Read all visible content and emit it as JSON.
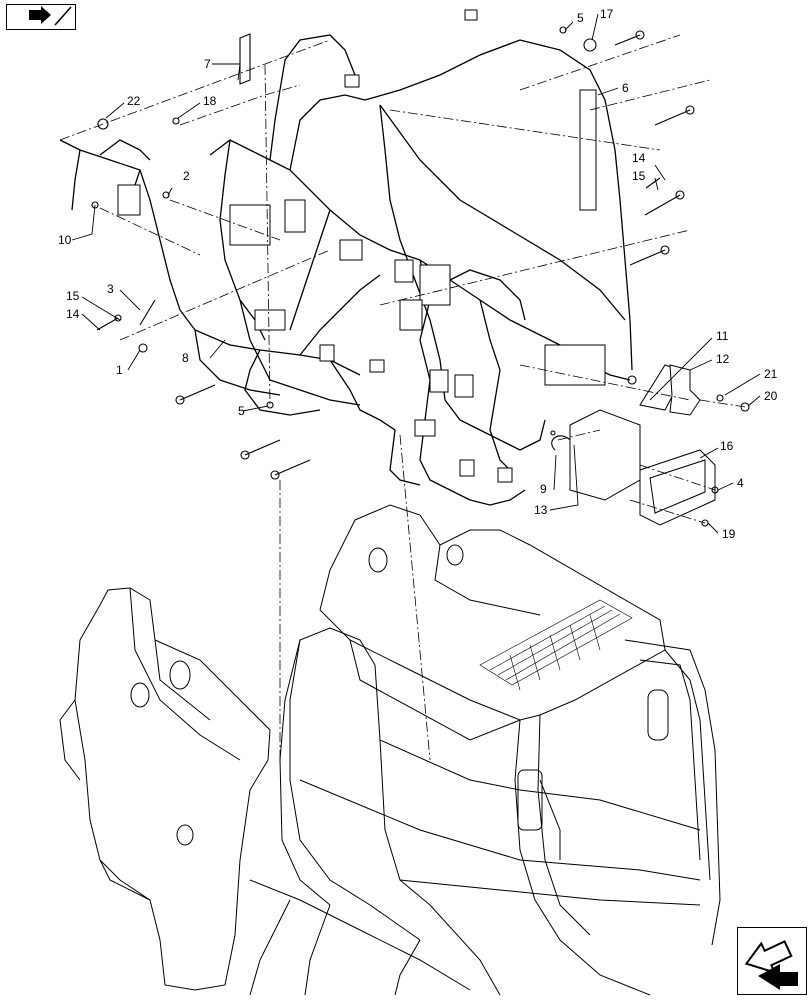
{
  "diagram": {
    "callouts": [
      {
        "id": "c1",
        "text": "1"
      },
      {
        "id": "c2",
        "text": "2"
      },
      {
        "id": "c3",
        "text": "3"
      },
      {
        "id": "c4",
        "text": "4"
      },
      {
        "id": "c5a",
        "text": "5"
      },
      {
        "id": "c5b",
        "text": "5"
      },
      {
        "id": "c6",
        "text": "6"
      },
      {
        "id": "c7",
        "text": "7"
      },
      {
        "id": "c8",
        "text": "8"
      },
      {
        "id": "c9",
        "text": "9"
      },
      {
        "id": "c10",
        "text": "10"
      },
      {
        "id": "c11",
        "text": "11"
      },
      {
        "id": "c12",
        "text": "12"
      },
      {
        "id": "c13",
        "text": "13"
      },
      {
        "id": "c14a",
        "text": "14"
      },
      {
        "id": "c14b",
        "text": "14"
      },
      {
        "id": "c15a",
        "text": "15"
      },
      {
        "id": "c15b",
        "text": "15"
      },
      {
        "id": "c16",
        "text": "16"
      },
      {
        "id": "c17",
        "text": "17"
      },
      {
        "id": "c18",
        "text": "18"
      },
      {
        "id": "c19",
        "text": "19"
      },
      {
        "id": "c20",
        "text": "20"
      },
      {
        "id": "c21",
        "text": "21"
      },
      {
        "id": "c22",
        "text": "22"
      }
    ],
    "nav": {
      "top_icon": "arrow-right-icon",
      "bottom_icon": "arrow-next-icon"
    },
    "colors": {
      "line": "#000000",
      "background": "#ffffff"
    }
  }
}
